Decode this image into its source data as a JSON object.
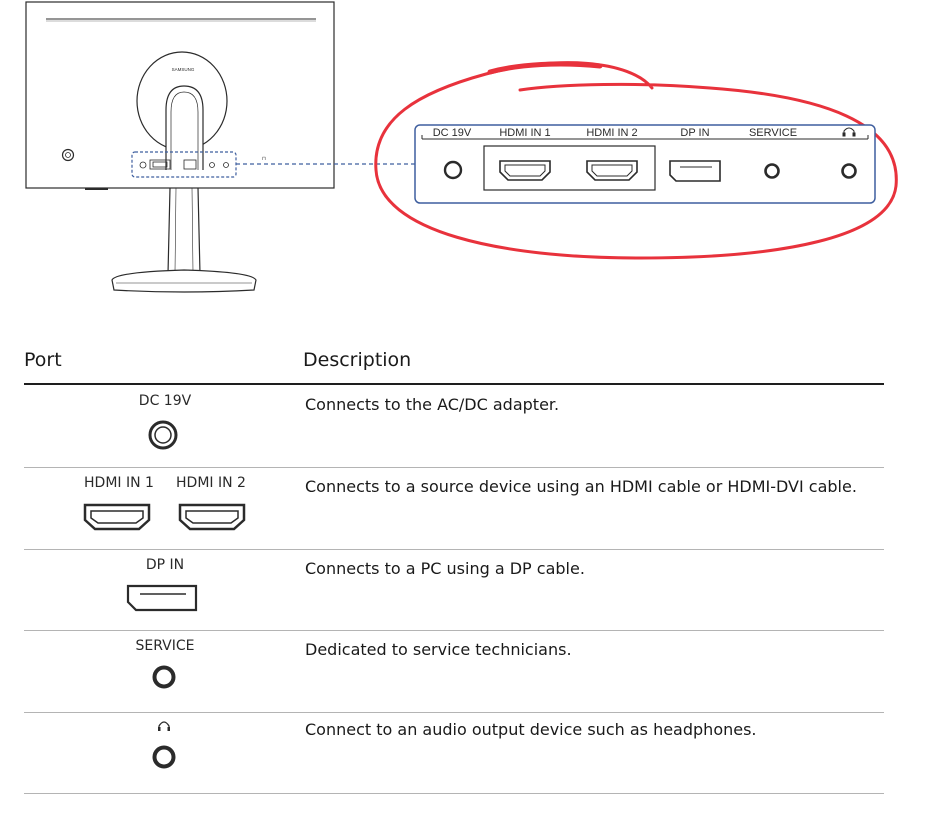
{
  "diagram": {
    "brand_mark": "SAMSUNG",
    "panel_ports": [
      "DC 19V",
      "HDMI IN 1",
      "HDMI IN 2",
      "DP IN",
      "SERVICE",
      "headphone"
    ]
  },
  "table": {
    "headers": {
      "port": "Port",
      "description": "Description"
    },
    "rows": [
      {
        "labels": [
          "DC 19V"
        ],
        "icon": "round-jack-icon",
        "description": "Connects to the AC/DC adapter."
      },
      {
        "labels": [
          "HDMI IN 1",
          "HDMI IN 2"
        ],
        "icon": "hdmi-port-icon",
        "description": "Connects to a source device using an HDMI cable or HDMI-DVI cable."
      },
      {
        "labels": [
          "DP IN"
        ],
        "icon": "displayport-icon",
        "description": "Connects to a PC using a DP cable."
      },
      {
        "labels": [
          "SERVICE"
        ],
        "icon": "service-jack-icon",
        "description": "Dedicated to service technicians."
      },
      {
        "labels": [
          "headphone"
        ],
        "icon": "headphone-jack-icon",
        "description": "Connect to an audio output device such as headphones."
      }
    ]
  },
  "colors": {
    "annotation_circle": "#e8323c",
    "panel_outline": "#3f5f9f",
    "line_art": "#2b2b2b"
  }
}
